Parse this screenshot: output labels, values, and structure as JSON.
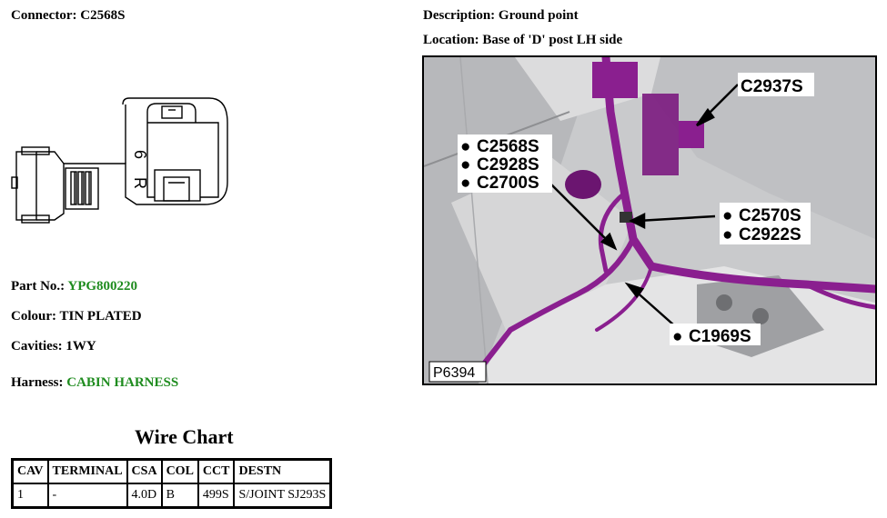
{
  "connector": {
    "label": "Connector:",
    "value": "C2568S"
  },
  "description": {
    "label": "Description:",
    "value": "Ground point"
  },
  "location": {
    "label": "Location:",
    "value": "Base of 'D' post LH side"
  },
  "connector_face": {
    "text_6": "6",
    "text_r": "R"
  },
  "part_no": {
    "label": "Part No.:",
    "value": "YPG800220"
  },
  "colour": {
    "label": "Colour:",
    "value": "TIN PLATED"
  },
  "cavities": {
    "label": "Cavities:",
    "value": "1WY"
  },
  "harness": {
    "label": "Harness:",
    "value": "CABIN HARNESS"
  },
  "photo": {
    "ref": "P6394",
    "callouts": {
      "c2937s": "C2937S",
      "c2568s": "C2568S",
      "c2928s": "C2928S",
      "c2700s": "C2700S",
      "c2570s": "C2570S",
      "c2922s": "C2922S",
      "c1969s": "C1969S"
    },
    "bullet": "●"
  },
  "wire_chart": {
    "title": "Wire Chart",
    "headers": [
      "CAV",
      "TERMINAL",
      "CSA",
      "COL",
      "CCT",
      "DESTN"
    ],
    "rows": [
      [
        "1",
        "-",
        "4.0D",
        "B",
        "499S",
        "S/JOINT SJ293S"
      ]
    ]
  },
  "colors": {
    "green": "#1f8c1f",
    "harness_purple": "#8a1f8f"
  }
}
